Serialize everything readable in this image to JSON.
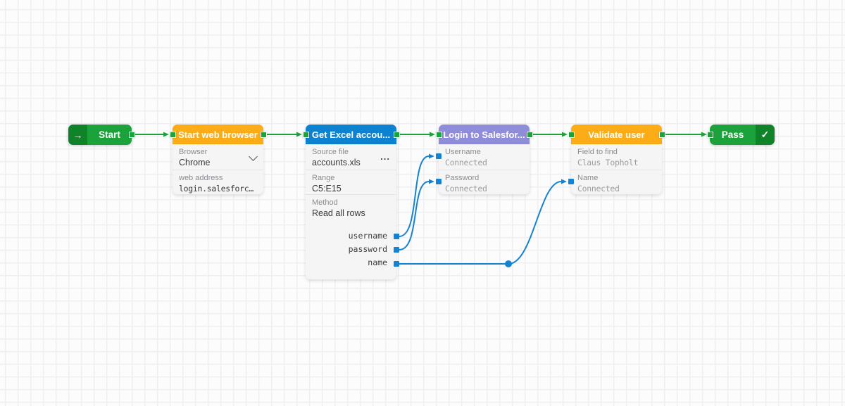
{
  "colors": {
    "canvas_bg": "#FCFCFD",
    "grid_line": "#EFEFF2",
    "green": "#1CA23A",
    "green_dark": "#108227",
    "orange": "#FBAC17",
    "blue": "#0D82D1",
    "purple": "#8F8CD9",
    "wire_green": "#1CA23A",
    "wire_blue": "#1583D1",
    "body_bg": "#F5F5F6",
    "row_divider": "#E5E5E9",
    "label_gray": "#8B8B90",
    "value_dark": "#38383A",
    "value_gray": "#9C9CA1"
  },
  "icons": {
    "start_arrow": "→",
    "pass_check": "✓"
  },
  "nodes": {
    "start": {
      "label": "Start"
    },
    "browser": {
      "title": "Start web browser",
      "fields": [
        {
          "label": "Browser",
          "value": "Chrome"
        },
        {
          "label": "web address",
          "value": "login.salesforc…"
        }
      ]
    },
    "excel": {
      "title": "Get Excel accou...",
      "more_label": "...",
      "fields": [
        {
          "label": "Source file",
          "value": "accounts.xls"
        },
        {
          "label": "Range",
          "value": "C5:E15"
        },
        {
          "label": "Method",
          "value": "Read all rows"
        }
      ],
      "outputs": [
        {
          "label": "username"
        },
        {
          "label": "password"
        },
        {
          "label": "name"
        }
      ]
    },
    "login": {
      "title": "Login to Salesfor...",
      "fields": [
        {
          "label": "Username",
          "value": "Connected"
        },
        {
          "label": "Password",
          "value": "Connected"
        }
      ]
    },
    "validate": {
      "title": "Validate user",
      "fields": [
        {
          "label": "Field to find",
          "value": "Claus Topholt"
        },
        {
          "label": "Name",
          "value": "Connected"
        }
      ]
    },
    "pass": {
      "label": "Pass"
    }
  }
}
